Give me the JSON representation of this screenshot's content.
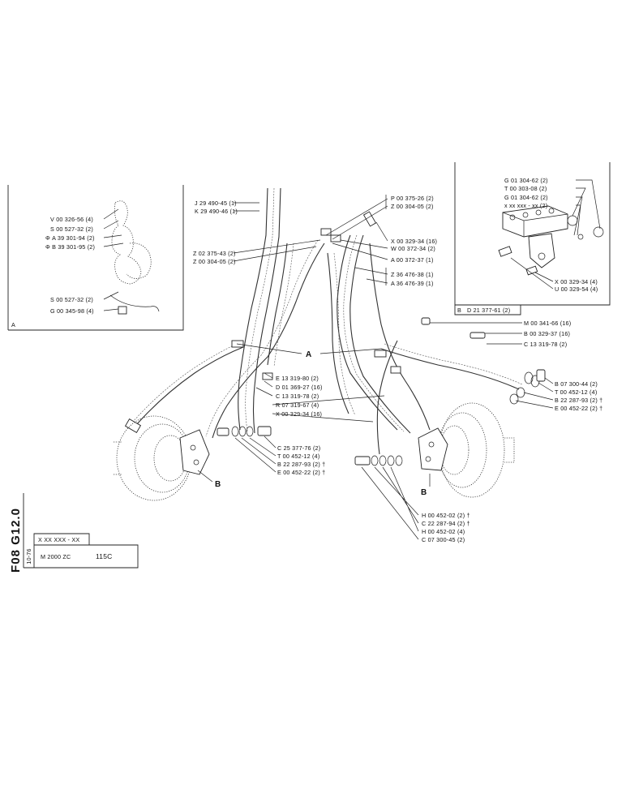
{
  "sheet": {
    "code": "F08 G12.0",
    "date": "10-76",
    "serial": "X XX XXX - XX",
    "model": "M 2000 ZC",
    "variant": "115C"
  },
  "callouts": {
    "A": "A",
    "B": "B"
  },
  "inset_A": {
    "box_label": "A",
    "parts": [
      "V 00 326-56 (4)",
      "S 00 527-32 (2)",
      "Φ A 39 301-94 (2)",
      "Φ B 39 301-95 (2)",
      "S 00 527-32 (2)",
      "G 00 345-98 (4)"
    ]
  },
  "inset_B": {
    "box_label": "B",
    "ref": "D 21 377-61 (2)",
    "parts": [
      "G 01 304-62 (2)",
      "T 00 303-08 (2)",
      "G 01 304-62 (2)",
      "x xx xxx - xx (2)",
      "X 00 329-34 (4)",
      "U 00 329-54 (4)"
    ]
  },
  "top_left_parts": [
    "J 29 490-45 (1)",
    "K 29 490-46 (1)",
    "Z 02 375-43 (2)",
    "Z 00 304-05 (2)"
  ],
  "top_right_parts": [
    "P 00 375-26 (2)",
    "Z 00 304-05 (2)",
    "X 00 329-34 (16)",
    "W 00 372-34 (2)",
    "A 00 372-37 (1)",
    "Z 36 476-38 (1)",
    "A 36 476-39 (1)"
  ],
  "right_parts": [
    "M 00 341-66 (16)",
    "B 00 329-37 (16)",
    "C 13 319-78 (2)",
    "B 07 300-44 (2)",
    "T 00 452-12 (4)",
    "B 22 287-93 (2) †",
    "E 00 452-22 (2) †"
  ],
  "center_parts": [
    "E 13 319-80 (2)",
    "D 01 369-27 (16)",
    "C 13 319-78 (2)",
    "R 07 319-67 (4)",
    "X 00 329-34 (16)"
  ],
  "lower_left_parts": [
    "C 25 377-76 (2)",
    "T 00 452-12 (4)",
    "B 22 287-93 (2) †",
    "E 00 452-22 (2) †"
  ],
  "lower_center_parts": [
    "H 00 452-02 (2) †",
    "C 22 287-94 (2) †",
    "H 00 452-02 (4)",
    "C 07 300-45 (2)"
  ]
}
